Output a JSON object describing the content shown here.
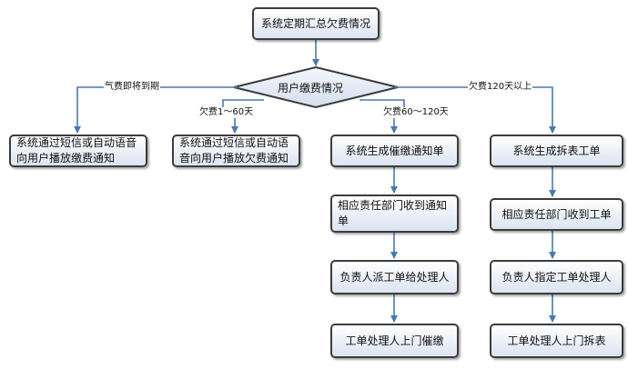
{
  "diagram": {
    "title": "系统定期汇总欠费情况",
    "decision": "用户缴费情况",
    "branches": {
      "b1_label": "气费即将到期",
      "b1_box": "系统通过短信或自动语音向用户播放缴费通知",
      "b2_label": "欠费1～60天",
      "b2_box": "系统通过短信或自动语音向用户播放欠费通知",
      "b3_label": "欠费60～120天",
      "b3_steps": [
        "系统生成催缴通知单",
        "相应责任部门收到通知单",
        "负责人派工单给处理人",
        "工单处理人上门催缴"
      ],
      "b4_label": "欠费120天以上",
      "b4_steps": [
        "系统生成拆表工单",
        "相应责任部门收到工单",
        "负责人指定工单处理人",
        "工单处理人上门拆表"
      ]
    },
    "colors": {
      "connector": "#4a78b4",
      "box_border": "#3c3c3c",
      "diamond_fill": "#dbe4f1"
    }
  }
}
